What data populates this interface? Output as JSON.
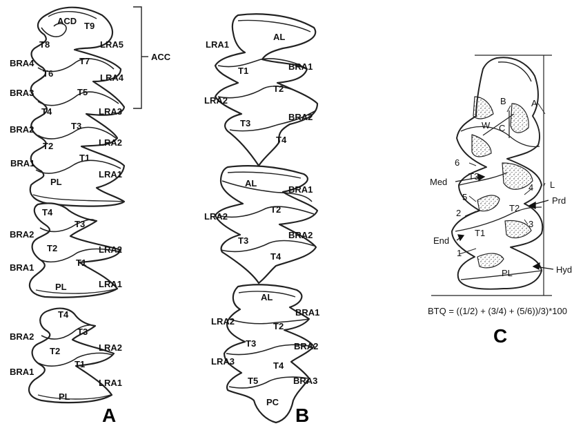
{
  "panel_a": {
    "letter": "A",
    "bracket_label": "ACC",
    "top": {
      "acd": "ACD",
      "t9": "T9",
      "t8": "T8",
      "lra5": "LRA5",
      "bra4": "BRA4",
      "t7": "T7",
      "t6": "T6",
      "lra4": "LRA4",
      "bra3": "BRA3",
      "t5": "T5",
      "t4": "T4",
      "lra3": "LRA3",
      "bra2": "BRA2",
      "t3": "T3",
      "t2": "T2",
      "lra2": "LRA2",
      "bra1": "BRA1",
      "t1": "T1",
      "lra1": "LRA1",
      "pl": "PL"
    },
    "mid": {
      "t4": "T4",
      "t3": "T3",
      "bra2": "BRA2",
      "t2": "T2",
      "lra2": "LRA2",
      "bra1": "BRA1",
      "t1": "T1",
      "pl": "PL",
      "lra1": "LRA1"
    },
    "bottom": {
      "t4": "T4",
      "t3": "T3",
      "bra2": "BRA2",
      "lra2": "LRA2",
      "t2": "T2",
      "t1": "T1",
      "bra1": "BRA1",
      "lra1": "LRA1",
      "pl": "PL"
    }
  },
  "panel_b": {
    "letter": "B",
    "top": {
      "al": "AL",
      "lra1": "LRA1",
      "t1": "T1",
      "bra1": "BRA1",
      "t2": "T2",
      "lra2": "LRA2",
      "t3": "T3",
      "bra2": "BRA2",
      "t4": "T4"
    },
    "mid": {
      "al": "AL",
      "bra1": "BRA1",
      "t2": "T2",
      "lra2": "LRA2",
      "bra2": "BRA2",
      "t3": "T3",
      "t4": "T4"
    },
    "bottom": {
      "al": "AL",
      "bra1": "BRA1",
      "lra2": "LRA2",
      "t2": "T2",
      "t3": "T3",
      "bra2": "BRA2",
      "t4": "T4",
      "lra3": "LRA3",
      "t5": "T5",
      "bra3": "BRA3",
      "pc": "PC"
    }
  },
  "panel_c": {
    "letter": "C",
    "labels": {
      "b": "B",
      "a": "A",
      "w": "W",
      "c": "C",
      "six": "6",
      "med": "Med",
      "t3": "T3",
      "four": "4",
      "l": "L",
      "five": "5",
      "t2": "T2",
      "prd": "Prd",
      "two": "2",
      "three": "3",
      "end": "End",
      "t1": "T1",
      "one": "1",
      "hyd": "Hyd",
      "pl": "PL"
    },
    "formula": "BTQ = ((1/2) + (3/4) + (5/6))/3)*100"
  }
}
